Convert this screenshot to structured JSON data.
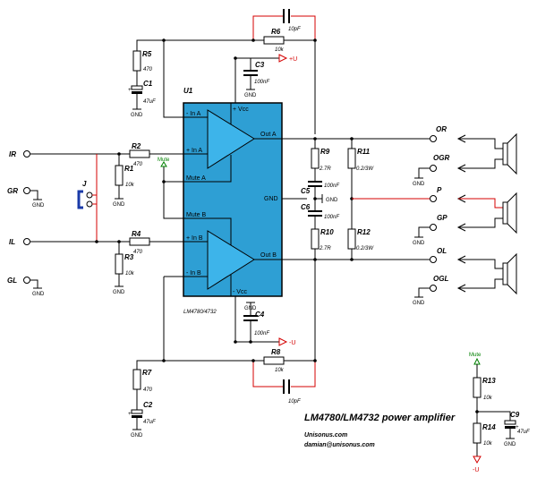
{
  "title": "LM4780/LM4732 power amplifier",
  "credit_site": "Unisonus.com",
  "credit_email": "damian@unisonus.com",
  "chip": {
    "ref": "U1",
    "part": "LM4780/4732",
    "pins": {
      "in_a_neg": "- In A",
      "in_a_pos": "+ In A",
      "mute_a": "Mute A",
      "mute_b": "Mute B",
      "in_b_pos": "+ In B",
      "in_b_neg": "- In B",
      "vcc_pos": "+ Vcc",
      "vcc_neg": "- Vcc",
      "out_a": "Out A",
      "gnd": "GND",
      "out_b": "Out B"
    }
  },
  "components": {
    "R1": {
      "ref": "R1",
      "value": "10k"
    },
    "R2": {
      "ref": "R2",
      "value": "470"
    },
    "R3": {
      "ref": "R3",
      "value": "10k"
    },
    "R4": {
      "ref": "R4",
      "value": "470"
    },
    "R5": {
      "ref": "R5",
      "value": "470"
    },
    "R6": {
      "ref": "R6",
      "value": "10k"
    },
    "R7": {
      "ref": "R7",
      "value": "470"
    },
    "R8": {
      "ref": "R8",
      "value": "10k"
    },
    "R9": {
      "ref": "R9",
      "value": "2.7R"
    },
    "R10": {
      "ref": "R10",
      "value": "2.7R"
    },
    "R11": {
      "ref": "R11",
      "value": "0.2/3W"
    },
    "R12": {
      "ref": "R12",
      "value": "0.2/3W"
    },
    "R13": {
      "ref": "R13",
      "value": "10k"
    },
    "R14": {
      "ref": "R14",
      "value": "10k"
    },
    "C1": {
      "ref": "C1",
      "value": "47uF"
    },
    "C2": {
      "ref": "C2",
      "value": "47uF"
    },
    "C3": {
      "ref": "C3",
      "value": "100nF"
    },
    "C4": {
      "ref": "C4",
      "value": "100nF"
    },
    "C5": {
      "ref": "C5",
      "value": "100nF"
    },
    "C6": {
      "ref": "C6",
      "value": "100nF"
    },
    "C9": {
      "ref": "C9",
      "value": "47uF"
    },
    "C_top": {
      "value": "10pF"
    },
    "C_bot": {
      "value": "10pF"
    }
  },
  "terminals": {
    "IR": "IR",
    "GR": "GR",
    "IL": "IL",
    "GL": "GL",
    "OR": "OR",
    "OGR": "OGR",
    "P": "P",
    "GP": "GP",
    "OL": "OL",
    "OGL": "OGL"
  },
  "jumper": "J",
  "labels": {
    "gnd": "GND",
    "mute": "Mute",
    "vplus": "+U",
    "vminus": "-U"
  },
  "colors": {
    "chip_fill": "#2e9fd4",
    "triangle_fill": "#3db4ea",
    "red_wire": "#d40000",
    "jumper": "#1a3aa8",
    "mute_green": "#008000"
  }
}
